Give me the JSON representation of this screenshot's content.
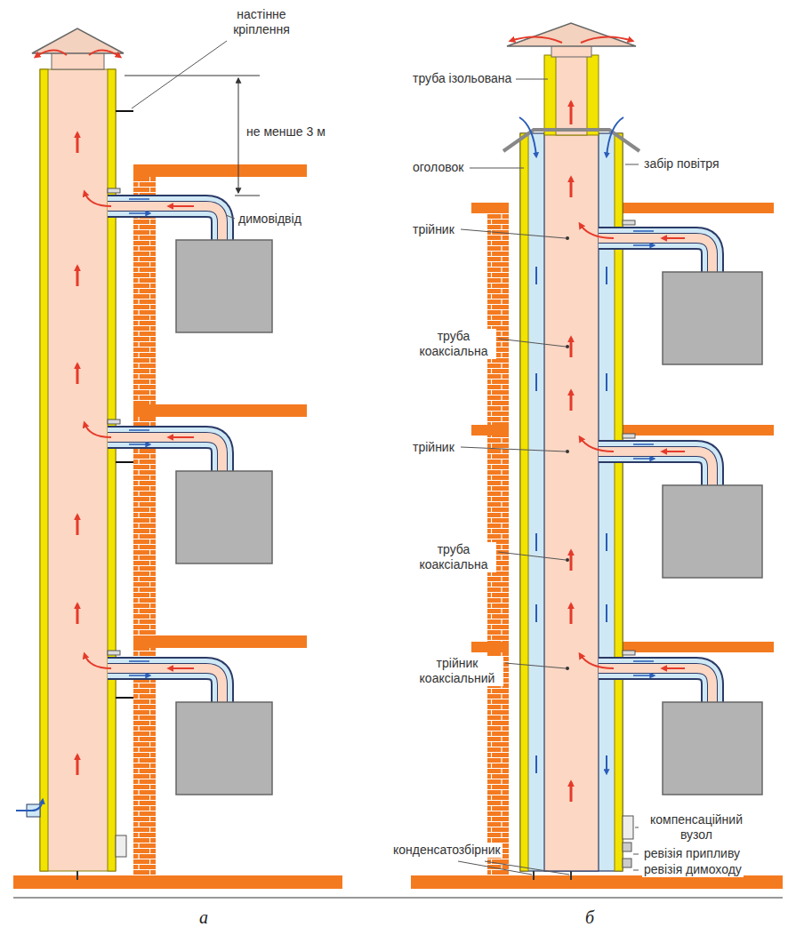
{
  "diagram": {
    "labels": [
      "настінне кріплення",
      "не менше 3 м",
      "димовідвід",
      "труба ізольована",
      "оголовок",
      "забір повітря",
      "трійник",
      "труба коаксіальна",
      "трійник",
      "труба коаксіальна",
      "трійник коаксіальний",
      "компенсаційний вузол",
      "ревізія припливу",
      "ревізія димоходу",
      "конденсатозбірник",
      "а",
      "б"
    ]
  }
}
